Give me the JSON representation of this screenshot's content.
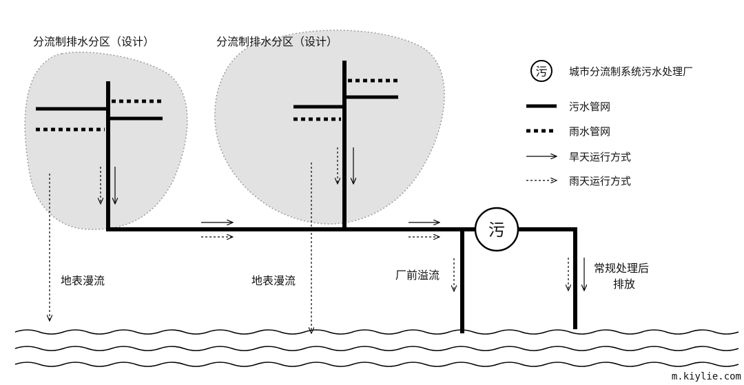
{
  "zones": [
    {
      "title": "分流制排水分区（设计）",
      "runoff_label": "地表漫流"
    },
    {
      "title": "分流制排水分区（设计）",
      "runoff_label": "地表漫流"
    }
  ],
  "plant": {
    "symbol": "污"
  },
  "overflow_label": "厂前溢流",
  "discharge_label": [
    "常规处理后",
    "排放"
  ],
  "legend": {
    "plant": "城市分流制系统污水处理厂",
    "sewage_pipe": "污水管网",
    "storm_pipe": "雨水管网",
    "dry_weather": "旱天运行方式",
    "wet_weather": "雨天运行方式"
  },
  "watermark": "m.kiylie.com",
  "colors": {
    "zone_fill": "#e2e2e2",
    "zone_stroke": "#9a9a9a",
    "line": "#000000"
  }
}
